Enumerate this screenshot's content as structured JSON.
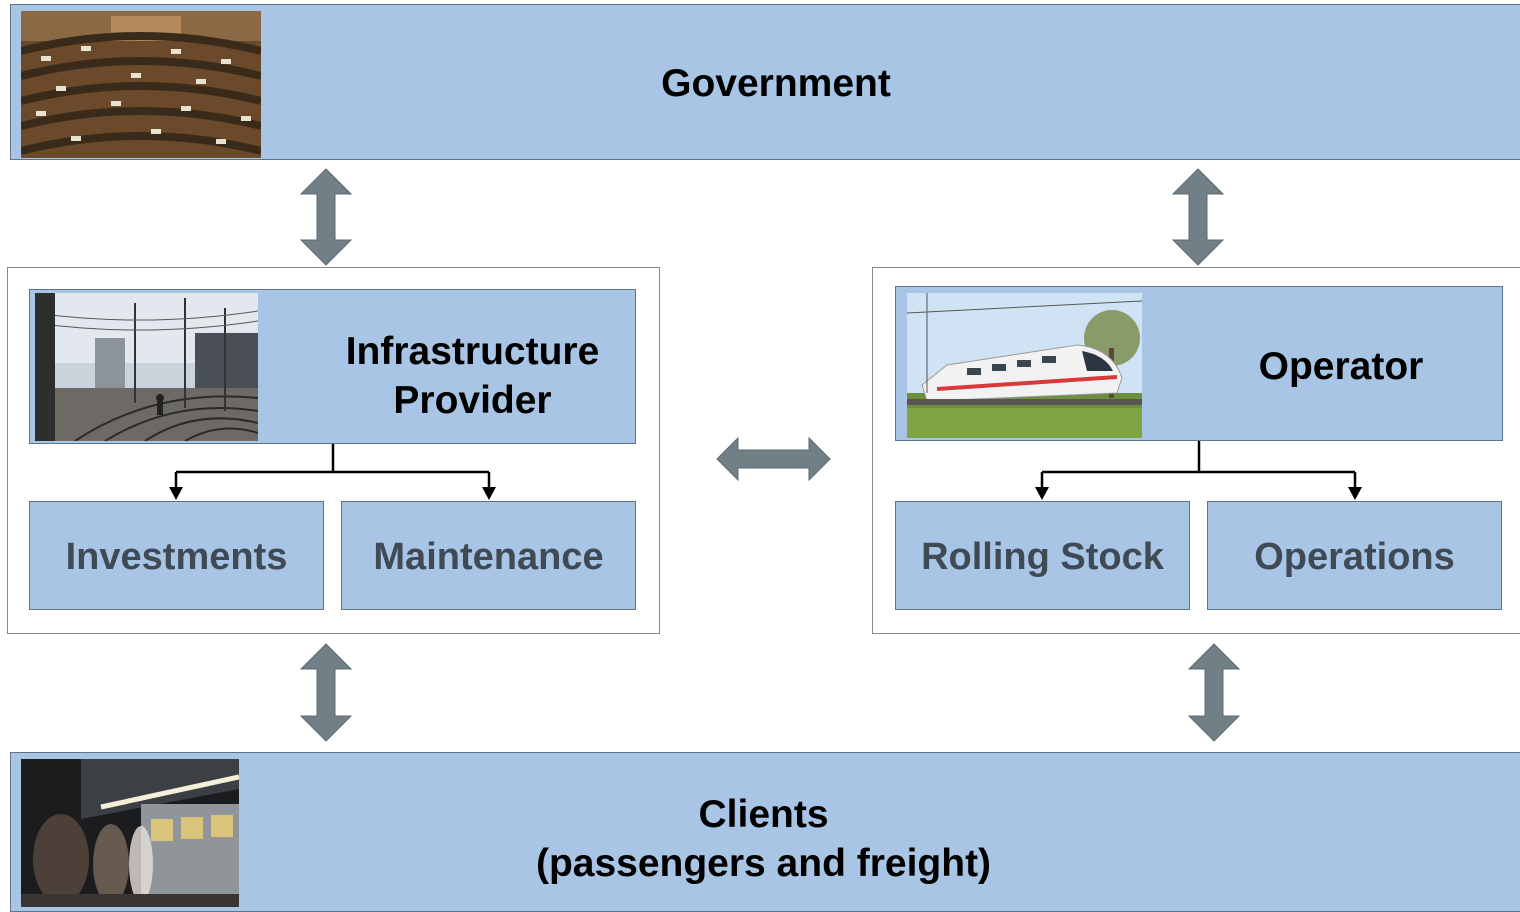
{
  "government": {
    "label": "Government",
    "image": "parliament-photo"
  },
  "infrastructure": {
    "label_line1": "Infrastructure",
    "label_line2": "Provider",
    "image": "railway-tracks-photo",
    "children": [
      {
        "label": "Investments"
      },
      {
        "label": "Maintenance"
      }
    ]
  },
  "operator": {
    "label": "Operator",
    "image": "high-speed-train-photo",
    "children": [
      {
        "label": "Rolling Stock"
      },
      {
        "label": "Operations"
      }
    ]
  },
  "clients": {
    "label_line1": "Clients",
    "label_line2": "(passengers and freight)",
    "image": "subway-platform-photo"
  },
  "colors": {
    "box_fill": "#a9c5e6",
    "box_border": "#5f7389",
    "arrow_fill": "#717f86",
    "sublabel_text": "#404a55"
  }
}
